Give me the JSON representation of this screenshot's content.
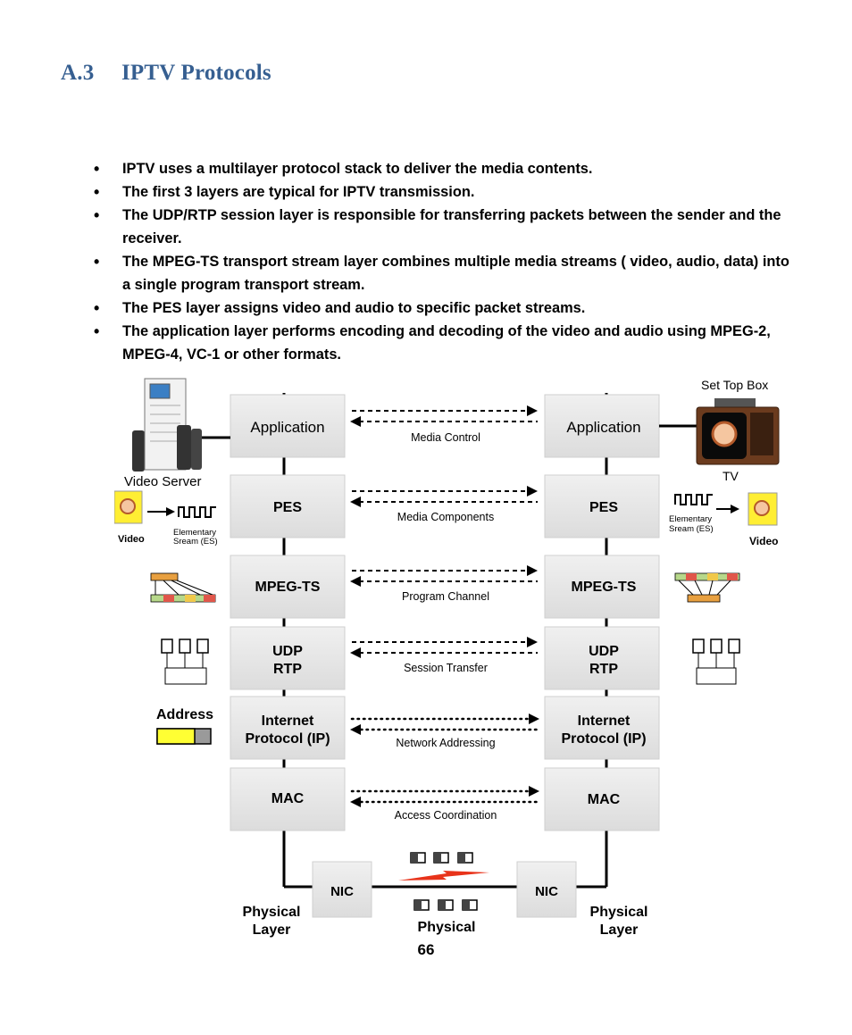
{
  "heading": {
    "number": "A.3",
    "title": "IPTV Protocols"
  },
  "bullets": [
    "IPTV uses a multilayer protocol stack to deliver the media contents.",
    "The first 3 layers are typical for IPTV transmission.",
    "The  UDP/RTP session layer is responsible for  transferring packets between the sender and the receiver.",
    "The MPEG-TS transport stream layer combines multiple media streams ( video, audio, data) into a single program transport stream.",
    "The PES layer assigns video and audio to specific packet streams.",
    "The application layer performs  encoding and decoding of  the video and audio  using MPEG-2, MPEG-4, VC-1 or other formats."
  ],
  "diagram": {
    "layers": [
      {
        "left_line1": "Application",
        "left_line2": "",
        "right_line1": "Application",
        "right_line2": "",
        "link": "Media Control",
        "style": "dashed"
      },
      {
        "left_line1": "PES",
        "left_line2": "",
        "right_line1": "PES",
        "right_line2": "",
        "link": "Media Components",
        "style": "dashed"
      },
      {
        "left_line1": "MPEG-TS",
        "left_line2": "",
        "right_line1": "MPEG-TS",
        "right_line2": "",
        "link": "Program Channel",
        "style": "dashed"
      },
      {
        "left_line1": "UDP",
        "left_line2": "RTP",
        "right_line1": "UDP",
        "right_line2": "RTP",
        "link": "Session Transfer",
        "style": "dashed"
      },
      {
        "left_line1": "Internet",
        "left_line2": "Protocol (IP)",
        "right_line1": "Internet",
        "right_line2": "Protocol (IP)",
        "link": "Network Addressing",
        "style": "dotted"
      },
      {
        "left_line1": "MAC",
        "left_line2": "",
        "right_line1": "MAC",
        "right_line2": "",
        "link": "Access Coordination",
        "style": "dotted"
      }
    ],
    "nic_left": "NIC",
    "nic_right": "NIC",
    "physical_left_line1": "Physical",
    "physical_left_line2": "Layer",
    "physical_right_line1": "Physical",
    "physical_right_line2": "Layer",
    "physical_center": "Physical",
    "video_server_label": "Video Server",
    "set_top_box_label": "Set Top Box",
    "tv_label": "TV",
    "video_label": "Video",
    "es_line1": "Elementary",
    "es_line2_left": "Sream (ES)",
    "es_line2_right": "Sream (ES)",
    "address_label": "Address",
    "colors": {
      "box_fill": "#e6e6e6",
      "yellow": "#ffff33",
      "bolt": "#e8331a"
    }
  },
  "page_number": "66"
}
